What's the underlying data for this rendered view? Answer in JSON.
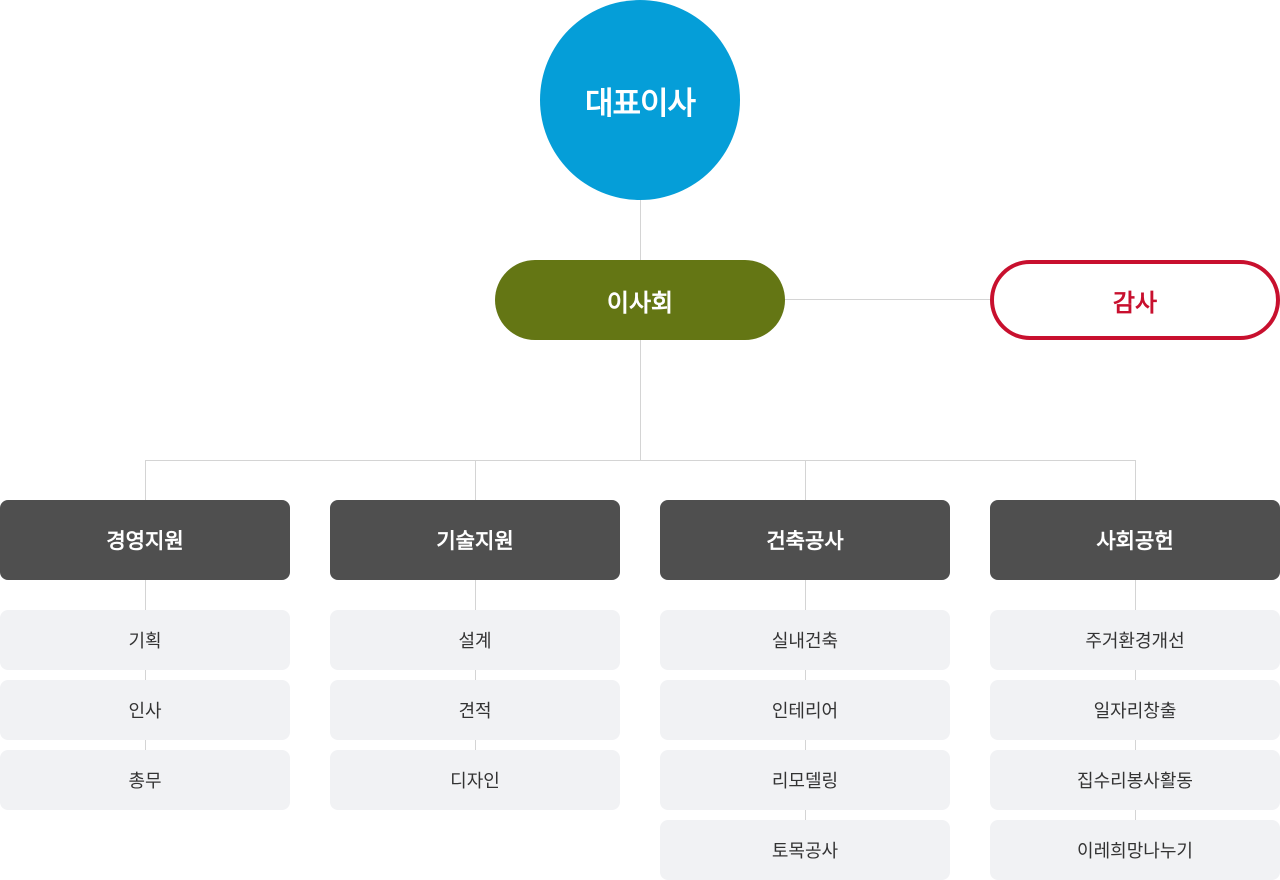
{
  "ceo": "대표이사",
  "board": "이사회",
  "audit": "감사",
  "departments": [
    {
      "name": "경영지원",
      "items": [
        "기획",
        "인사",
        "총무"
      ]
    },
    {
      "name": "기술지원",
      "items": [
        "설계",
        "견적",
        "디자인"
      ]
    },
    {
      "name": "건축공사",
      "items": [
        "실내건축",
        "인테리어",
        "리모델링",
        "토목공사"
      ]
    },
    {
      "name": "사회공헌",
      "items": [
        "주거환경개선",
        "일자리창출",
        "집수리봉사활동",
        "이레희망나누기"
      ]
    }
  ],
  "colors": {
    "ceo": "#059ed8",
    "board": "#647614",
    "audit": "#c8102e",
    "department": "#4f4f4f",
    "sub_item": "#f1f2f4",
    "connector": "#d4d4d4"
  }
}
